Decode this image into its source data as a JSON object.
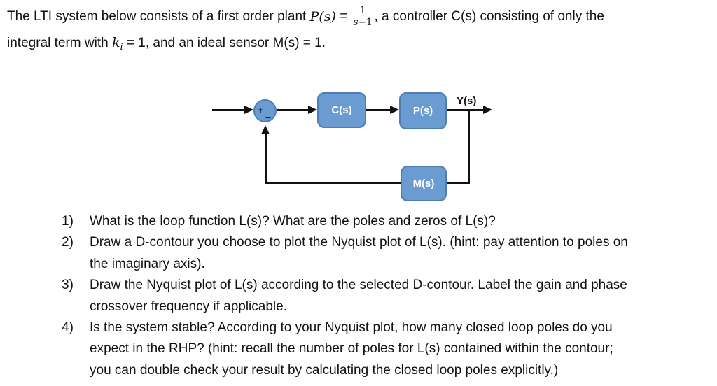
{
  "intro": {
    "part1": "The LTI system below consists of a first order plant ",
    "plant_symbol": "P(s)",
    "equals": " = ",
    "frac_numerator": "1",
    "frac_den_s": "s",
    "frac_den_rest": "−1",
    "part2": ", a controller C(s) consisting of only the",
    "line2_part1": "integral term with ",
    "ki_symbol": "k",
    "ki_subscript": "i",
    "line2_part2": " = 1, and an ideal sensor M(s) = 1."
  },
  "diagram": {
    "sum_junction": {
      "plus": "+",
      "minus": "−"
    },
    "blocks": [
      {
        "label": "C(s)"
      },
      {
        "label": "P(s)"
      },
      {
        "label": "M(s)"
      }
    ],
    "output_label": "Y(s)",
    "colors": {
      "block_fill": "#6A9BD1",
      "block_border": "#4D7DB5",
      "line": "#111111",
      "block_text": "#ffffff"
    }
  },
  "questions": [
    {
      "num": "1)",
      "lines": [
        "What is the loop function L(s)? What are the poles and zeros of L(s)?"
      ]
    },
    {
      "num": "2)",
      "lines": [
        "Draw a D-contour you choose to plot the Nyquist plot of L(s). (hint: pay attention to poles on",
        "the imaginary axis)."
      ]
    },
    {
      "num": "3)",
      "lines": [
        "Draw the Nyquist plot of L(s) according to the selected D-contour. Label the gain and phase",
        "crossover frequency if applicable."
      ]
    },
    {
      "num": "4)",
      "lines": [
        "Is the system stable? According to your Nyquist plot, how many closed loop poles do you",
        "expect in the RHP? (hint: recall the number of poles for L(s) contained within the contour;",
        "you can double check your result by calculating the closed loop poles explicitly.)"
      ]
    }
  ]
}
